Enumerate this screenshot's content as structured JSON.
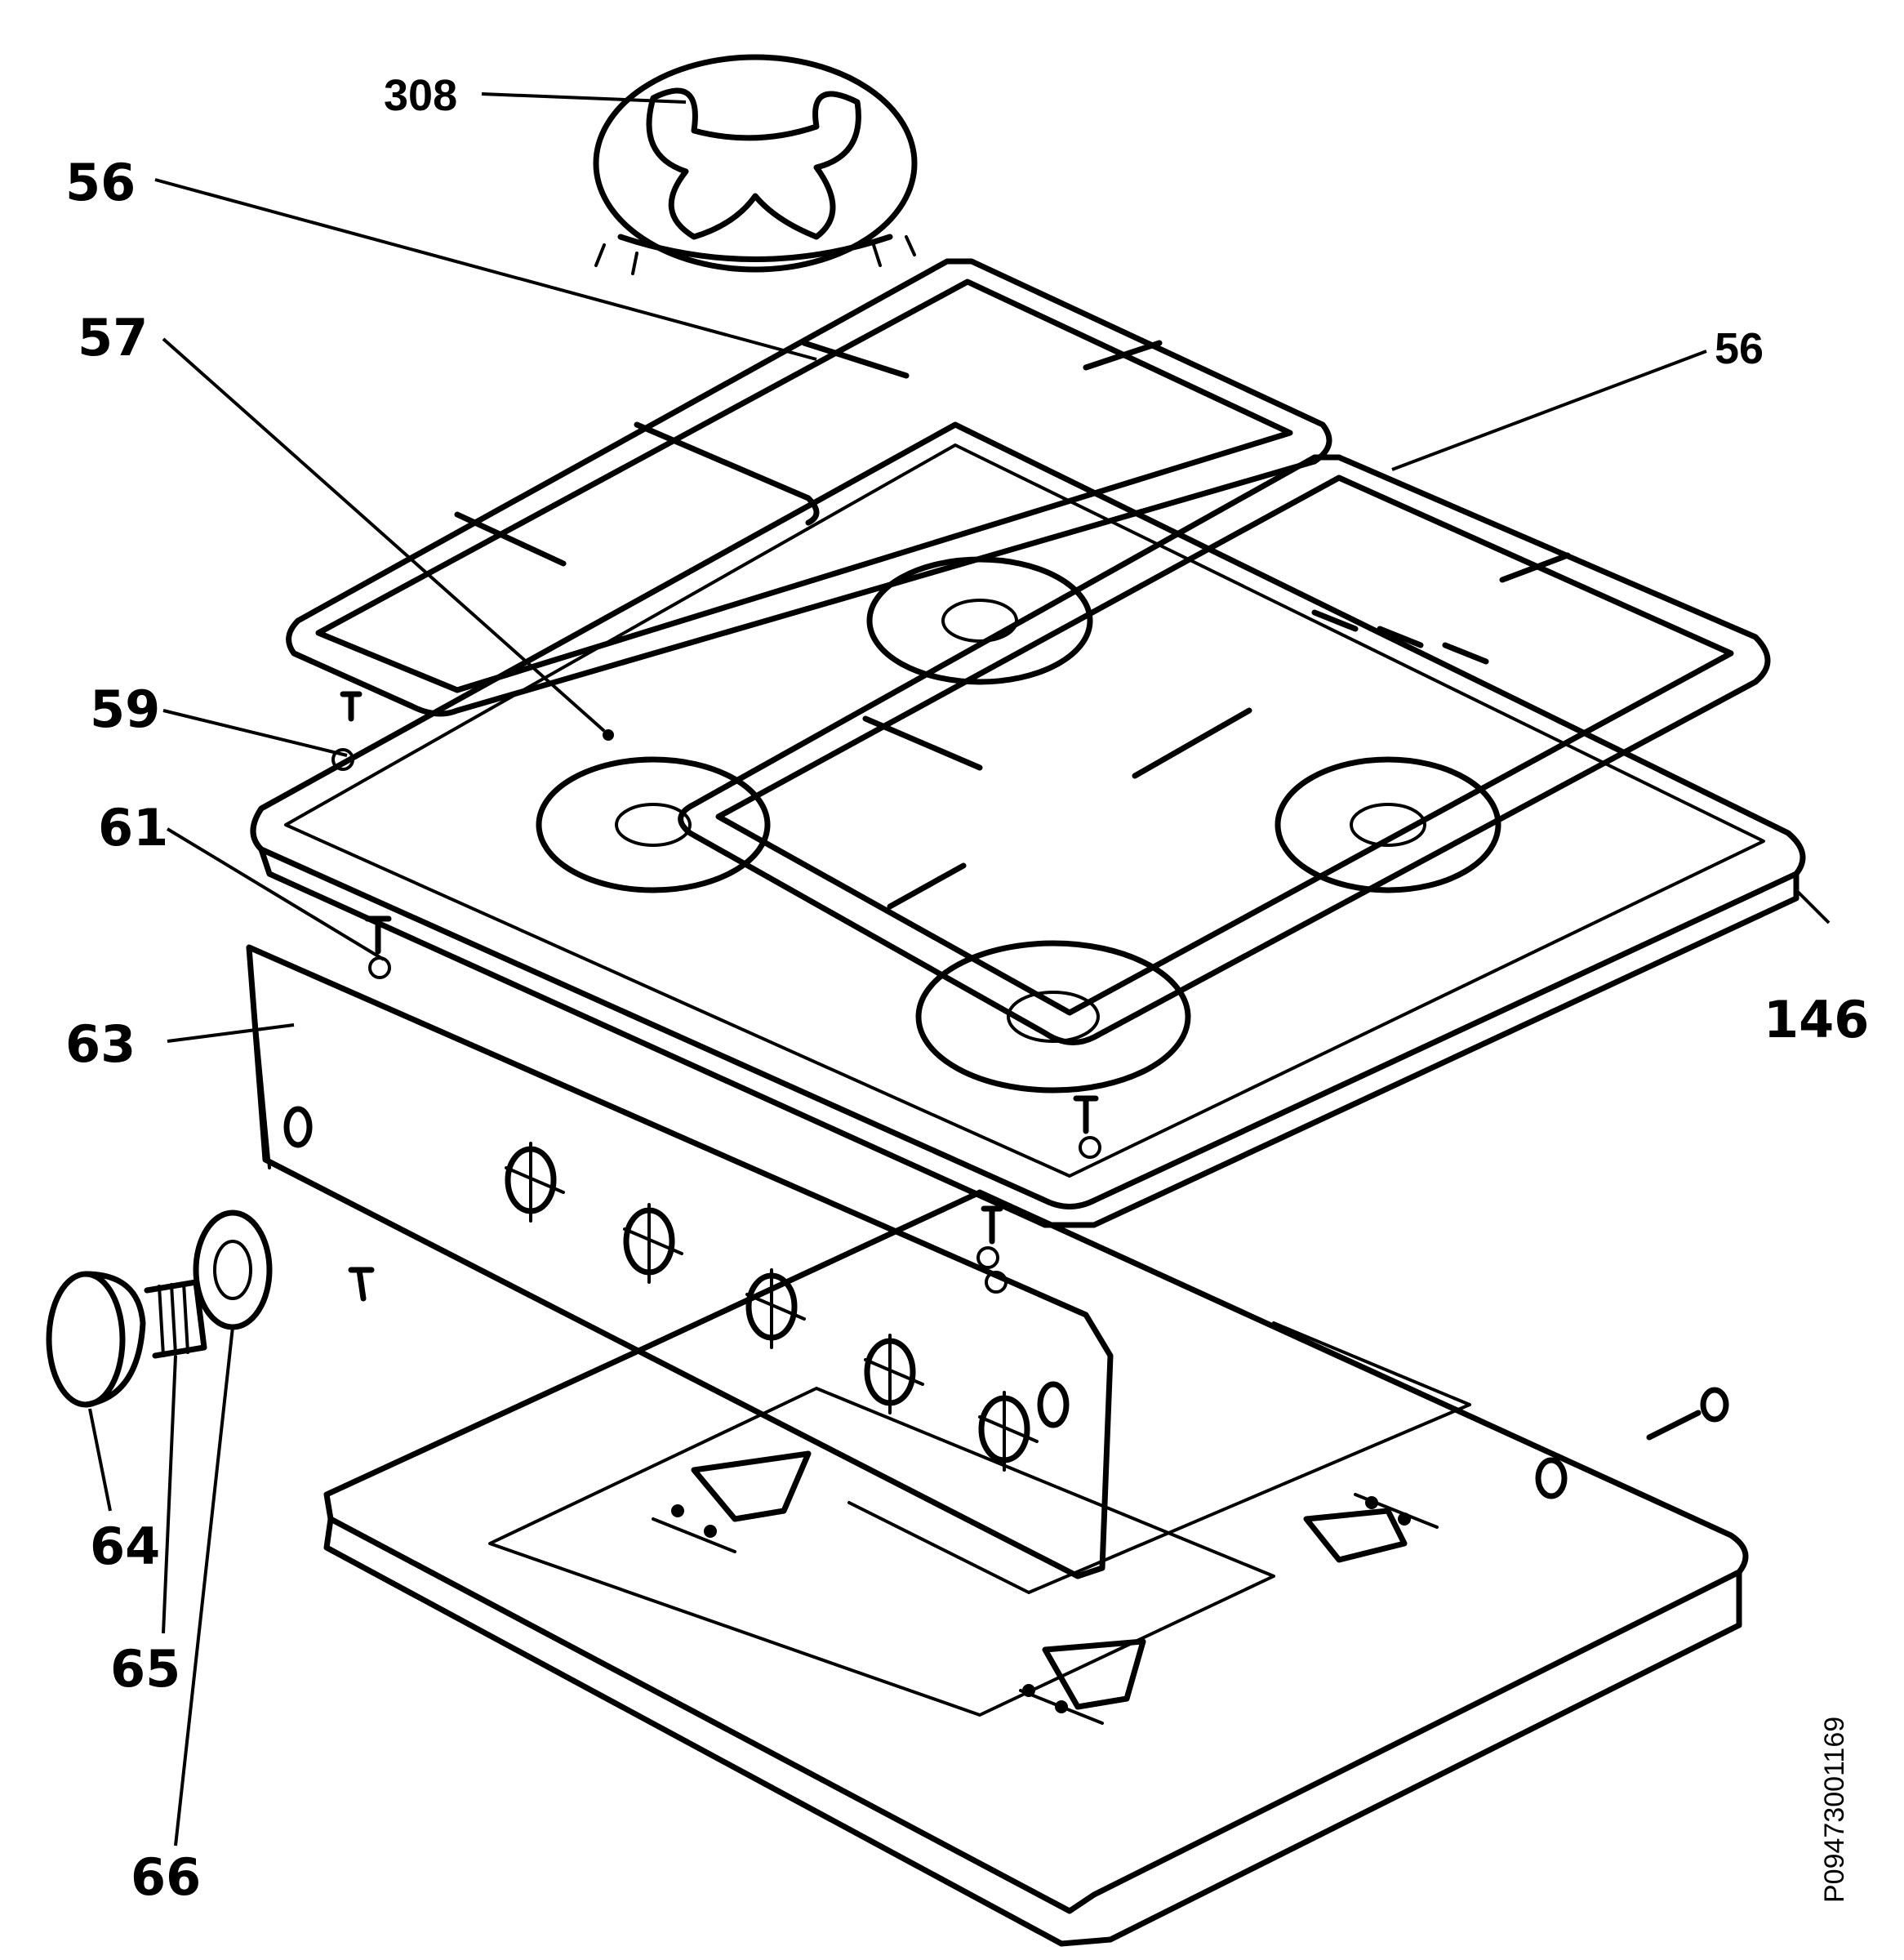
{
  "labels": {
    "l308": "308",
    "l56a": "56",
    "l57": "57",
    "l56b": "56",
    "l59": "59",
    "l61": "61",
    "l63": "63",
    "l146": "146",
    "l64": "64",
    "l65": "65",
    "l66": "66"
  },
  "drawing_code": "P09473001169"
}
